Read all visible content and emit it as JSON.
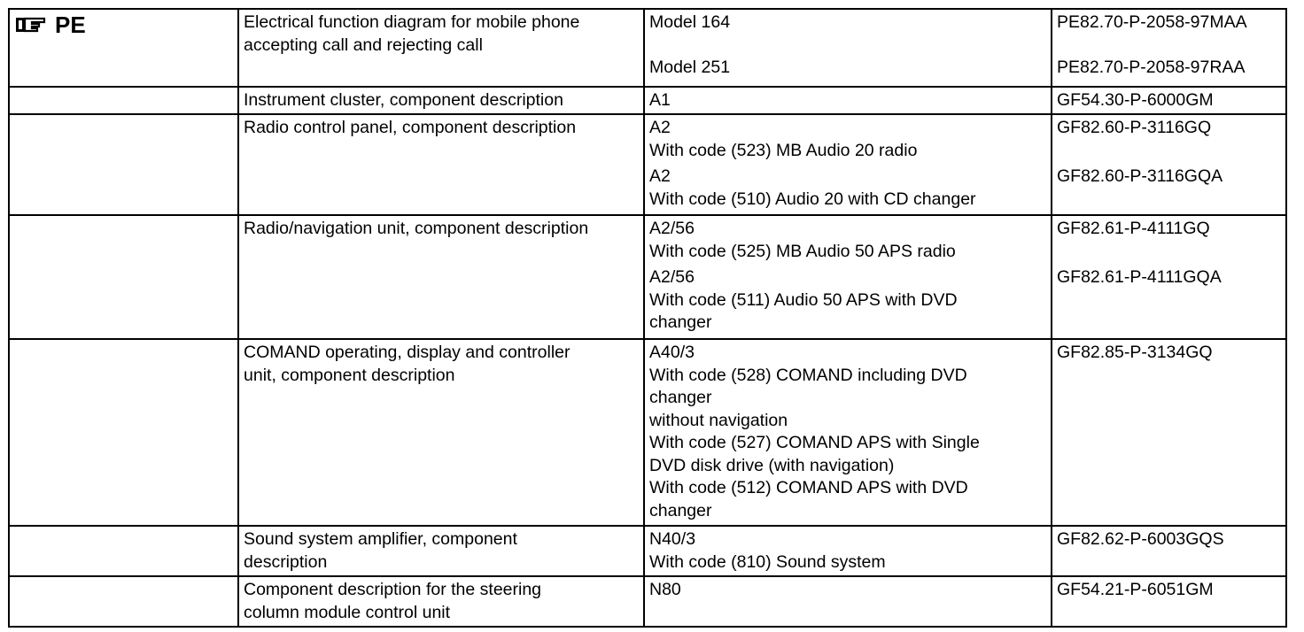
{
  "header_tag": "PE",
  "rows": [
    {
      "description": [
        "Electrical function diagram for mobile phone",
        "accepting call and rejecting call"
      ],
      "component": [
        "Model 164",
        "",
        "Model 251"
      ],
      "document": [
        "PE82.70-P-2058-97MAA",
        "",
        "PE82.70-P-2058-97RAA"
      ]
    },
    {
      "description": [
        "Instrument cluster, component description"
      ],
      "component": [
        "A1"
      ],
      "document": [
        "GF54.30-P-6000GM"
      ]
    },
    {
      "description": [
        "Radio control panel, component description"
      ],
      "component": [
        "A2",
        "With code (523) MB Audio 20 radio",
        "A2",
        "With code (510) Audio 20 with CD changer"
      ],
      "document": [
        "GF82.60-P-3116GQ",
        "",
        "GF82.60-P-3116GQA"
      ]
    },
    {
      "description": [
        "Radio/navigation unit, component description"
      ],
      "component": [
        "A2/56",
        "With code (525) MB Audio 50 APS radio",
        "A2/56",
        "With code (511) Audio 50 APS with DVD",
        "changer"
      ],
      "document": [
        "GF82.61-P-4111GQ",
        "",
        "GF82.61-P-4111GQA"
      ]
    },
    {
      "description": [
        "COMAND operating, display and controller",
        "unit, component description"
      ],
      "component": [
        "A40/3",
        "With code (528) COMAND including DVD",
        "changer",
        "without navigation",
        "With code (527) COMAND APS with Single",
        "DVD disk drive (with navigation)",
        "With code (512) COMAND APS with DVD",
        "changer"
      ],
      "document": [
        "GF82.85-P-3134GQ"
      ]
    },
    {
      "description": [
        "Sound system amplifier, component",
        "description"
      ],
      "component": [
        "N40/3",
        "With code (810) Sound system"
      ],
      "document": [
        "GF82.62-P-6003GQS"
      ]
    },
    {
      "description": [
        "Component description for the steering",
        "column module control unit"
      ],
      "component": [
        "N80"
      ],
      "document": [
        "GF54.21-P-6051GM"
      ]
    }
  ]
}
